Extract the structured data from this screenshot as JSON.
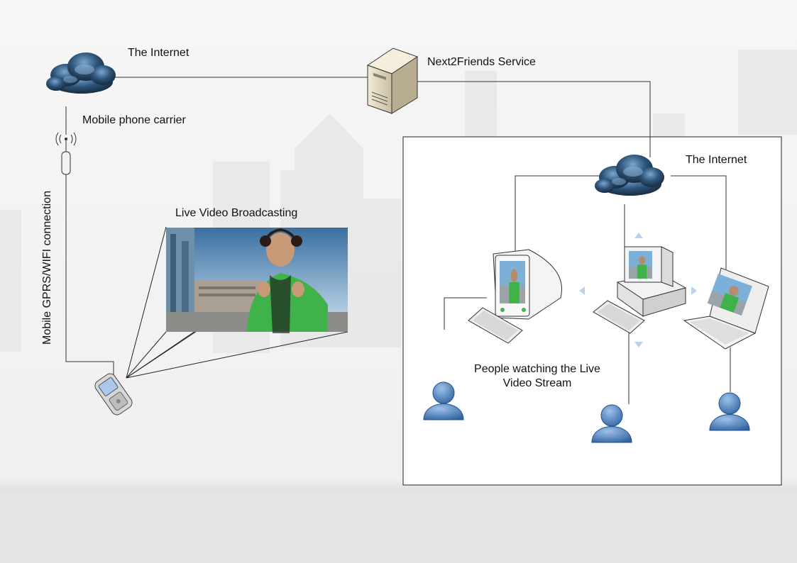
{
  "labels": {
    "internet_top": "The Internet",
    "service": "Next2Friends Service",
    "carrier": "Mobile phone carrier",
    "connection": "Mobile GPRS/WIFI connection",
    "broadcast": "Live Video Broadcasting",
    "internet_right": "The Internet",
    "watchers": "People watching the Live Video Stream"
  },
  "colors": {
    "cloud_dark": "#1e3550",
    "cloud_light": "#6f9cc7",
    "person": "#5b8fcb",
    "person_dark": "#2f5f98",
    "line": "#333333",
    "arrow": "#b9d3ee",
    "video_sky": "#7fb4d8",
    "video_shirt": "#3fb24a"
  },
  "icons": [
    "cloud-icon",
    "server-icon",
    "antenna-icon",
    "mobile-phone-icon",
    "crt-monitor-icon",
    "keyboard-icon",
    "desktop-pc-icon",
    "laptop-icon",
    "person-icon"
  ]
}
